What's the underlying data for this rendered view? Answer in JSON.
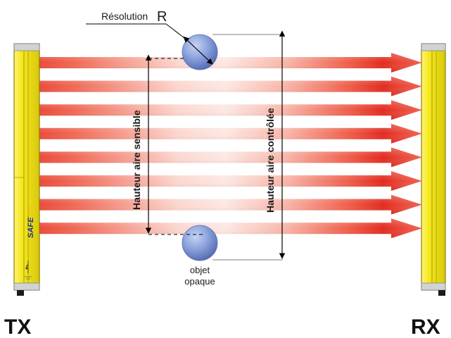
{
  "labels": {
    "resolution_word": "Résolution",
    "resolution_symbol": "R",
    "height_sensitive": "Hauteur aire sensible",
    "height_controlled": "Hauteur aire contrôlée",
    "object_line1": "objet",
    "object_line2": "opaque",
    "tx": "TX",
    "rx": "RX",
    "brand_bold": "SAFE",
    "brand_light": "asy"
  },
  "beam_count": 8,
  "colors": {
    "beam_red": "#e8362a",
    "beam_light": "#fbe3dd",
    "bar_yellow": "#f5e61d",
    "bar_edge": "#b8a90a",
    "sphere": "#7f98d6",
    "brand_blue": "#1f2f80",
    "brand_yellow": "#f2c21b"
  },
  "icons": [
    "pointer-icon",
    "connector-icon"
  ]
}
